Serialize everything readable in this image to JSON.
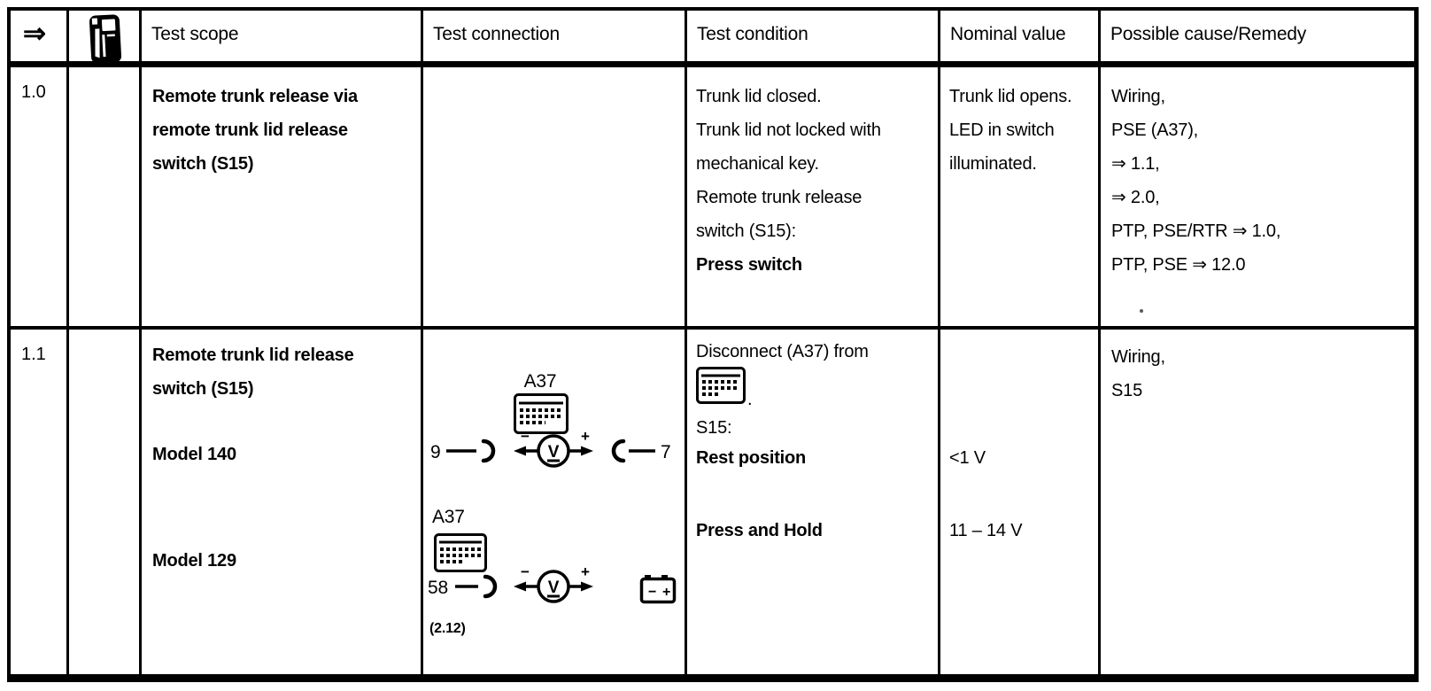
{
  "table": {
    "header": {
      "goto": "⇒",
      "icon": "handheld-tester",
      "test_scope": "Test scope",
      "test_connection": "Test connection",
      "test_condition": "Test condition",
      "nominal_value": "Nominal value",
      "possible_cause": "Possible cause/Remedy"
    },
    "row10": {
      "id": "1.0",
      "scope": {
        "l1": "Remote trunk release via",
        "l2": "remote trunk lid release",
        "l3": "switch (S15)"
      },
      "condition": {
        "l1": "Trunk lid closed.",
        "l2": "Trunk lid not locked with",
        "l3": "mechanical key.",
        "l4": "Remote trunk release",
        "l5": "switch (S15):",
        "l6": "Press switch"
      },
      "nominal": {
        "l1": "Trunk lid opens.",
        "l2": "LED in switch",
        "l3": "illuminated."
      },
      "remedy": {
        "l1": "Wiring,",
        "l2": "PSE (A37),",
        "l3": "⇒ 1.1,",
        "l4": "⇒ 2.0,",
        "l5": "PTP, PSE/RTR ⇒ 1.0,",
        "l6": "PTP, PSE ⇒ 12.0"
      }
    },
    "row11": {
      "id": "1.1",
      "scope": {
        "l1": "Remote trunk lid release",
        "l2": "switch (S15)",
        "model140": "Model 140",
        "model129": "Model 129"
      },
      "connection": {
        "d1": {
          "label": "A37",
          "pin_left": "9",
          "pin_right": "7",
          "meter": "V",
          "minus": "−",
          "plus": "+"
        },
        "d2": {
          "label": "A37",
          "pin_left": "58",
          "meter": "V",
          "minus": "−",
          "plus": "+",
          "bat_minus": "−",
          "bat_plus": "+",
          "ref": "(2.12)"
        }
      },
      "condition": {
        "l1": "Disconnect (A37) from",
        "icon_suffix": ".",
        "l2": "S15:",
        "rest": "Rest position",
        "press": "Press and Hold"
      },
      "nominal": {
        "rest": "<1 V",
        "press": "11 – 14 V"
      },
      "remedy": {
        "l1": "Wiring,",
        "l2": "S15"
      }
    }
  }
}
